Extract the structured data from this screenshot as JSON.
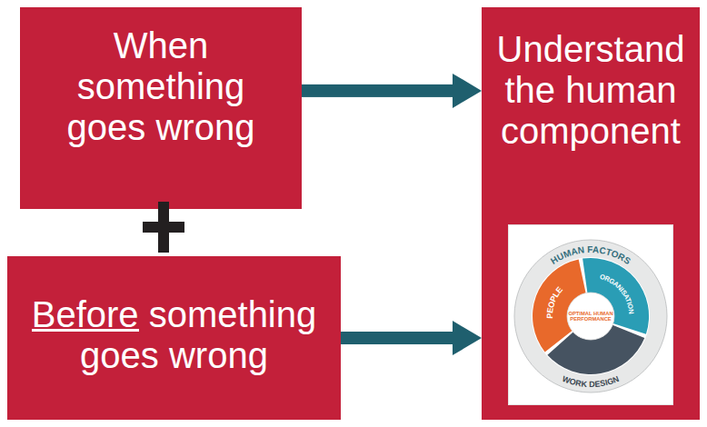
{
  "diagram": {
    "nodes": [
      {
        "text": [
          "When something goes wrong"
        ]
      },
      {
        "text": [
          "Before something goes wrong"
        ]
      },
      {
        "text": [
          "Understand the human component"
        ]
      }
    ],
    "edges": [
      {
        "from": 0,
        "to": 2,
        "arrow": "to"
      },
      {
        "from": 1,
        "to": 2,
        "arrow": "to"
      }
    ],
    "labels": [
      "HUMAN FACTORS",
      "PEOPLE",
      "ORGANISATION",
      "OPTIMAL HUMAN PERFORMANCE",
      "WORK DESIGN"
    ]
  }
}
